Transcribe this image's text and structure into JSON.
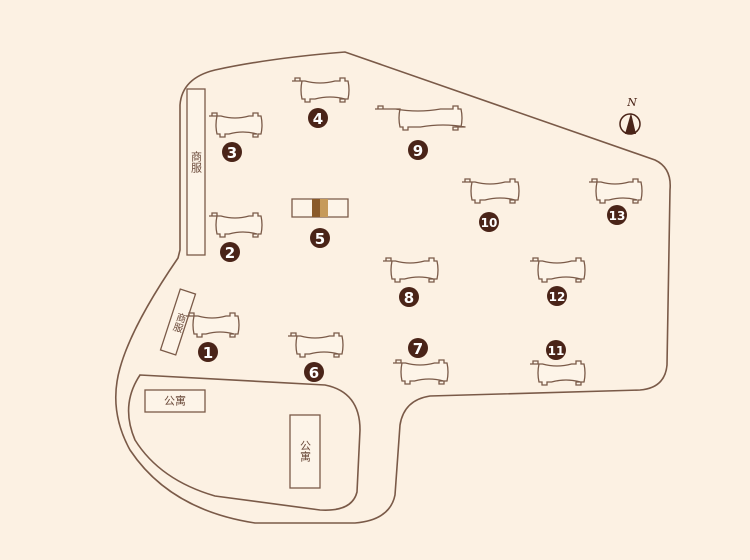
{
  "map": {
    "colors": {
      "background": "#fcf1e3",
      "line": "#7a5a48",
      "badge": "#4a2418",
      "highlight_dark": "#8a5a2a",
      "highlight_light": "#c69a5a"
    },
    "compass_label": "N",
    "commercial_label": "商服",
    "apartment_label": "公寓",
    "buildings": [
      {
        "id": "1",
        "label": "1"
      },
      {
        "id": "2",
        "label": "2"
      },
      {
        "id": "3",
        "label": "3"
      },
      {
        "id": "4",
        "label": "4"
      },
      {
        "id": "5",
        "label": "5",
        "highlighted": true
      },
      {
        "id": "6",
        "label": "6"
      },
      {
        "id": "7",
        "label": "7"
      },
      {
        "id": "8",
        "label": "8"
      },
      {
        "id": "9",
        "label": "9"
      },
      {
        "id": "10",
        "label": "10"
      },
      {
        "id": "11",
        "label": "11"
      },
      {
        "id": "12",
        "label": "12"
      },
      {
        "id": "13",
        "label": "13"
      }
    ]
  }
}
